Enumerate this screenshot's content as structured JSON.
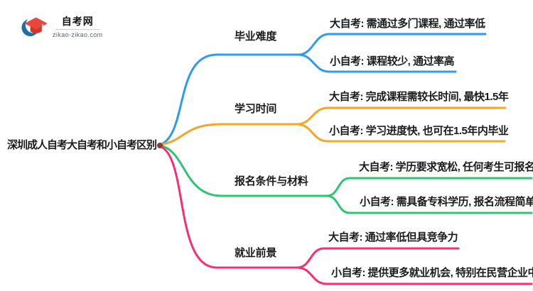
{
  "logo": {
    "title": "自考网",
    "domain": "zikao-zikao.com",
    "icon_blue": "#1E6FA8",
    "icon_red": "#E8473B",
    "icon_red_dark": "#CE372C"
  },
  "root": {
    "label": "深圳成人自考大自考和小自考区别",
    "dot_color": "#8C3A34"
  },
  "branches": [
    {
      "label": "毕业难度",
      "color": "#2E9BF0",
      "children": [
        "大自考: 需通过多门课程, 通过率低",
        "小自考: 课程较少, 通过率高"
      ]
    },
    {
      "label": "学习时间",
      "color": "#F5A623",
      "children": [
        "大自考: 完成课程需较长时间, 最快1.5年",
        "小自考: 学习进度快, 也可在1.5年内毕业"
      ]
    },
    {
      "label": "报名条件与材料",
      "color": "#2EC473",
      "children": [
        "大自考: 学历要求宽松, 任何考生可报名",
        "小自考: 需具备专科学历, 报名流程简单"
      ]
    },
    {
      "label": "就业前景",
      "color": "#FA2C72",
      "children": [
        "大自考: 通过率低但具竞争力",
        "小自考: 提供更多就业机会, 特别在民营企业中"
      ]
    }
  ]
}
